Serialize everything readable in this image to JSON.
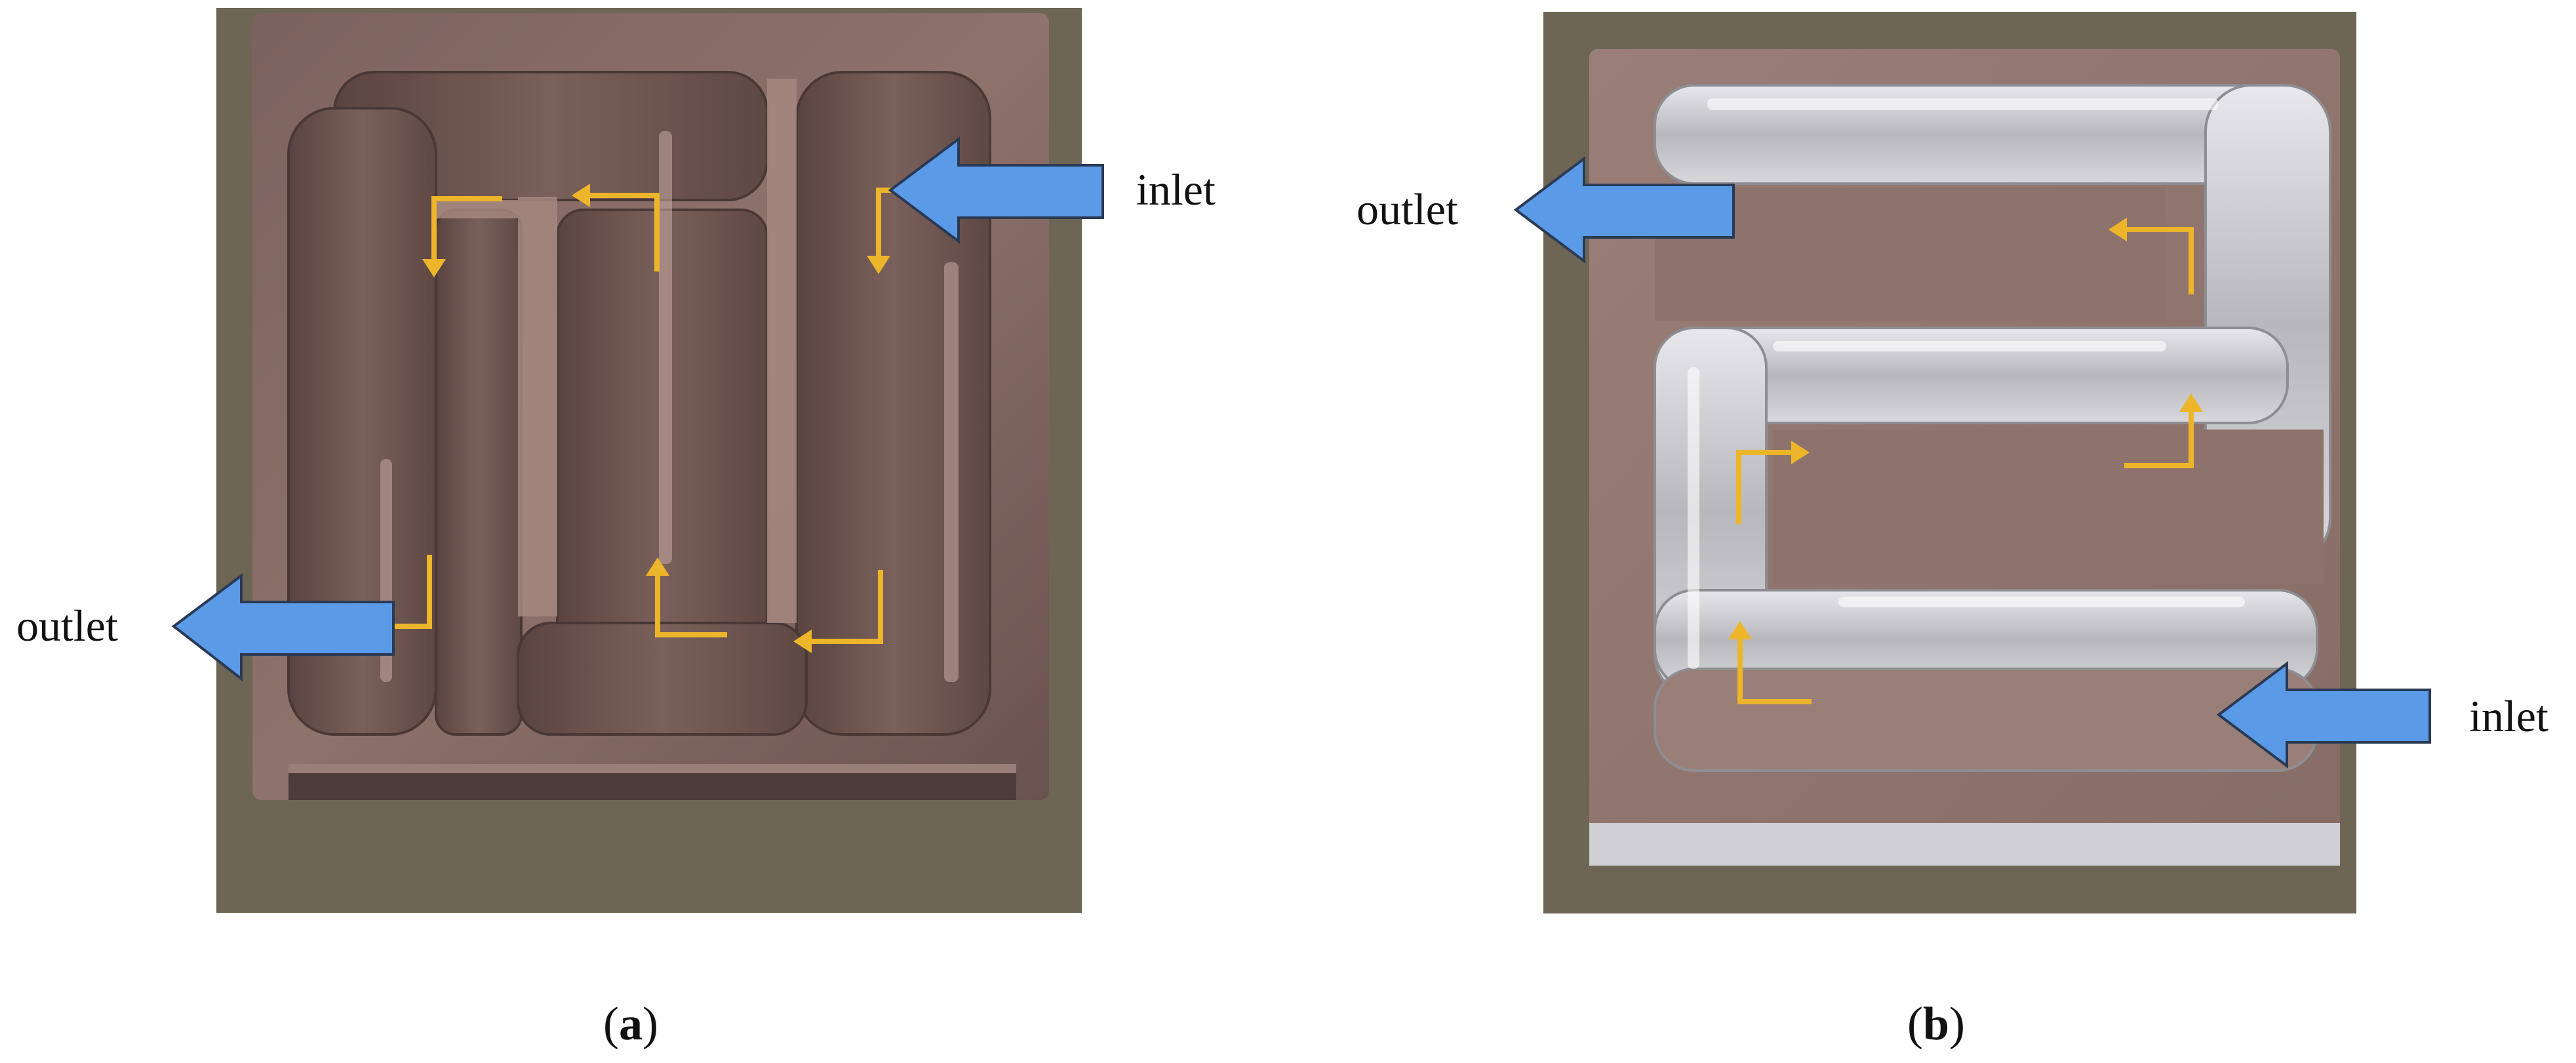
{
  "colors": {
    "copper": "#8a6e68",
    "copper_dark": "#5e4844",
    "copper_light": "#b29690",
    "aluminum": "#c9c9cc",
    "aluminum_light": "#f0f0f2",
    "background_wood": "#6e6655",
    "flow_arrow": "#ecb52a",
    "port_arrow": "#5b9ae6",
    "port_arrow_outline": "#2a3a55"
  },
  "panels": [
    {
      "id": "a",
      "inlet_label": "inlet",
      "outlet_label": "outlet",
      "caption_open": "(",
      "caption_letter": "a",
      "caption_close": ")"
    },
    {
      "id": "b",
      "inlet_label": "inlet",
      "outlet_label": "outlet",
      "caption_open": "(",
      "caption_letter": "b",
      "caption_close": ")"
    }
  ]
}
